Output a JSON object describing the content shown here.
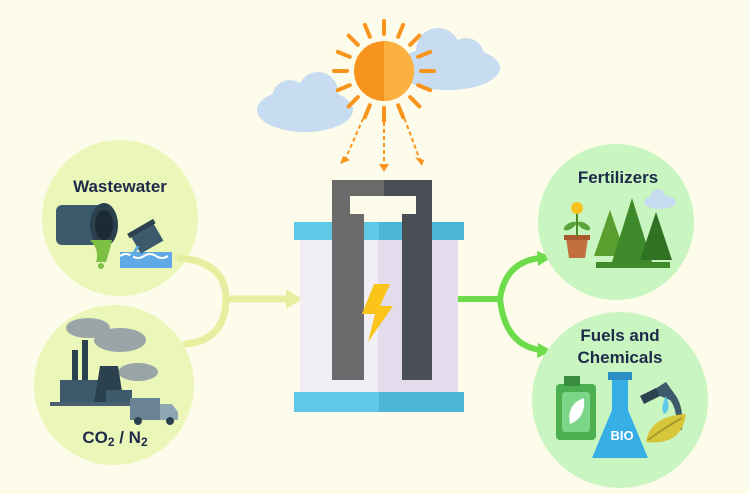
{
  "labels": {
    "wastewater": "Wastewater",
    "co2_n2": "CO₂ / N₂",
    "fertilizers": "Fertilizers",
    "fuels_line1": "Fuels and",
    "fuels_line2": "Chemicals",
    "bio": "BIO"
  },
  "colors": {
    "background": "#fdfbe9",
    "input_circle": "#eaf7b8",
    "output_circle": "#c8f5c0",
    "input_arrow": "#e6efa0",
    "output_arrow": "#6cdc4a",
    "sun": "#f7941d",
    "cloud": "#c7dcf0",
    "cell_frame": "#5ec8e6",
    "electrode": "#6b6b6b",
    "bolt": "#fbc419",
    "label_text": "#1e2a4a"
  },
  "icons": [
    "sun-icon",
    "cloud-icon",
    "sewer-pipe-icon",
    "factory-icon",
    "truck-icon",
    "electrolytic-cell-icon",
    "lightning-bolt-icon",
    "plant-pot-icon",
    "pine-tree-icon",
    "fuel-can-icon",
    "flask-icon",
    "fuel-nozzle-icon",
    "leaf-icon"
  ]
}
